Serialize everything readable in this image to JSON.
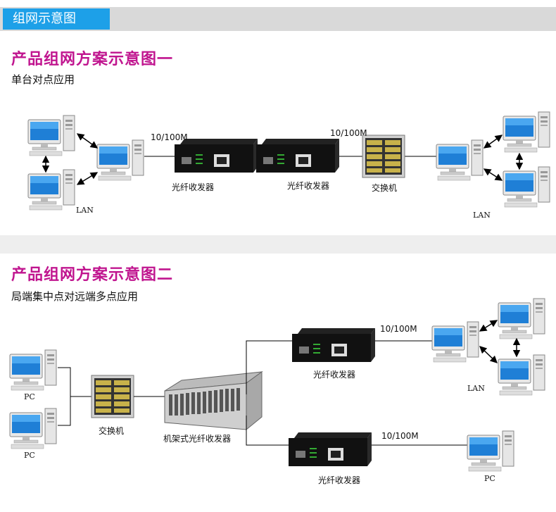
{
  "header": {
    "tab_label": "组网示意图"
  },
  "scheme1": {
    "title": "产品组网方案示意图一",
    "subtitle": "单台对点应用",
    "left_lan_label": "LAN",
    "right_lan_label": "LAN",
    "link_label_1": "10/100M",
    "link_label_2": "10/100M",
    "converter_label_1": "光纤收发器",
    "converter_label_2": "光纤收发器",
    "switch_label": "交换机"
  },
  "scheme2": {
    "title": "产品组网方案示意图二",
    "subtitle": "局端集中点对远端多点应用",
    "pc_label_1": "PC",
    "pc_label_2": "PC",
    "switch_label": "交换机",
    "rack_label": "机架式光纤收发器",
    "top_link_label": "10/100M",
    "top_converter_label": "光纤收发器",
    "lan_label": "LAN",
    "bottom_link_label": "10/100M",
    "bottom_converter_label": "光纤收发器",
    "remote_pc_label": "PC"
  },
  "colors": {
    "accent_blue": "#1da0e8",
    "title_magenta": "#c0158f",
    "screen_blue": "#1f7fd6"
  }
}
